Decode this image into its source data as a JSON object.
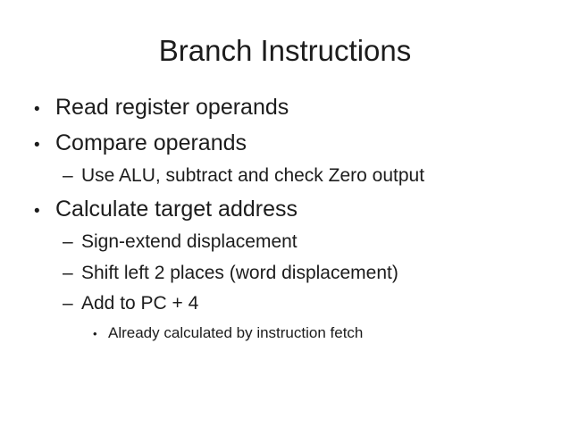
{
  "slide": {
    "title": "Branch Instructions",
    "background_color": "#ffffff",
    "text_color": "#1c1c1c",
    "glyphs": {
      "bullet_level1": "•",
      "dash_level2": "–",
      "bullet_level3": "•"
    },
    "items": [
      {
        "level": 1,
        "text": "Read register operands"
      },
      {
        "level": 1,
        "text": "Compare operands"
      },
      {
        "level": 2,
        "text": "Use ALU, subtract and check Zero output"
      },
      {
        "level": 1,
        "text": "Calculate target address"
      },
      {
        "level": 2,
        "text": "Sign-extend displacement"
      },
      {
        "level": 2,
        "text": "Shift left 2 places (word displacement)"
      },
      {
        "level": 2,
        "text": "Add to PC + 4"
      },
      {
        "level": 3,
        "text": "Already calculated by instruction fetch"
      }
    ]
  }
}
